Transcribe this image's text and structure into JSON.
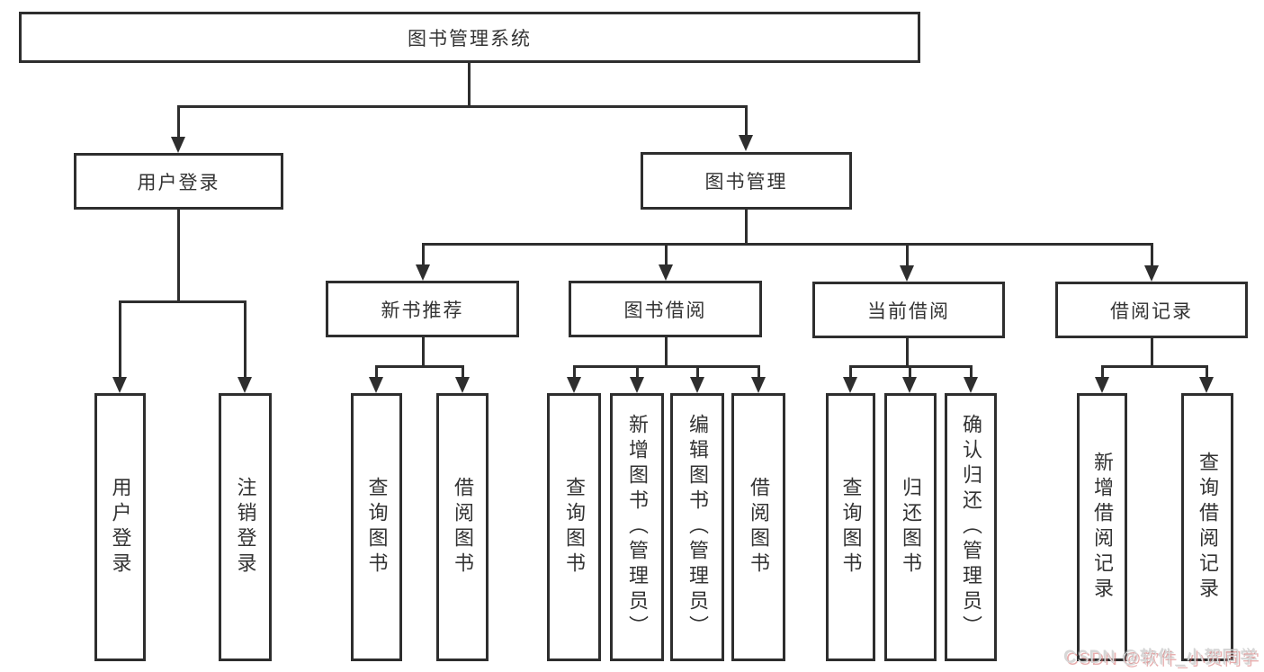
{
  "tree": {
    "root": "图书管理系统",
    "branches": [
      {
        "label": "用户登录",
        "children": [
          "用户登录",
          "注销登录"
        ]
      },
      {
        "label": "图书管理",
        "groups": [
          {
            "label": "新书推荐",
            "children": [
              "查询图书",
              "借阅图书"
            ]
          },
          {
            "label": "图书借阅",
            "children": [
              "查询图书",
              "新增图书（管理员）",
              "编辑图书（管理员）",
              "借阅图书"
            ]
          },
          {
            "label": "当前借阅",
            "children": [
              "查询图书",
              "归还图书",
              "确认归还（管理员）"
            ]
          },
          {
            "label": "借阅记录",
            "children": [
              "新增借阅记录",
              "查询借阅记录"
            ]
          }
        ]
      }
    ]
  },
  "watermark": {
    "text": "CSDN @软件_小贺同学"
  },
  "colors": {
    "line": "#2e2e2e",
    "text": "#333333",
    "background": "#ffffff",
    "watermark": "#d8d8d8"
  }
}
